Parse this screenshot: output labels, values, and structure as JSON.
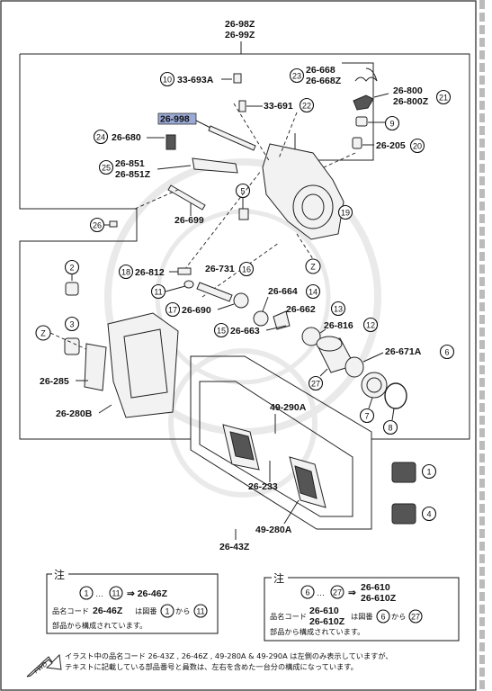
{
  "top_code": [
    "26-98Z",
    "26-99Z"
  ],
  "highlight_label": "26-998",
  "labels": {
    "p33_693A": "33-693A",
    "p33_691": "33-691",
    "p26_668": [
      "26-668",
      "26-668Z"
    ],
    "p26_800": [
      "26-800",
      "26-800Z"
    ],
    "p26_205": "26-205",
    "p26_680": "26-680",
    "p26_851": [
      "26-851",
      "26-851Z"
    ],
    "p26_699": "26-699",
    "p26_812": "26-812",
    "p26_731": "26-731",
    "p26_690": "26-690",
    "p26_664": "26-664",
    "p26_662": "26-662",
    "p26_663": "26-663",
    "p26_816": "26-816",
    "p26_671A": "26-671A",
    "p26_285": "26-285",
    "p26_280B": "26-280B",
    "p49_290A": "49-290A",
    "p26_233": "26-233",
    "p49_280A": "49-280A",
    "p26_43Z": "26-43Z"
  },
  "callouts": {
    "c1": "1",
    "c2": "2",
    "c3": "3",
    "c4": "4",
    "c5": "5",
    "c6": "6",
    "c7": "7",
    "c8": "8",
    "c9": "9",
    "c10": "10",
    "c11": "11",
    "c12": "12",
    "c13": "13",
    "c14": "14",
    "c15": "15",
    "c16": "16",
    "c17": "17",
    "c18": "18",
    "c19": "19",
    "c20": "20",
    "c21": "21",
    "c22": "22",
    "c23": "23",
    "c24": "24",
    "c25": "25",
    "c26": "26",
    "c27": "27",
    "z": "Z"
  },
  "note_left": {
    "title": "注",
    "range_from": "1",
    "range_to": "11",
    "arrow_code": "⇒ 26-46Z",
    "line2_a": "品名コード",
    "line2_code": "26-46Z",
    "line2_b": "は図番",
    "line2_c": "から",
    "line3": "部品から構成されています。"
  },
  "note_right": {
    "title": "注",
    "range_from": "6",
    "range_to": "27",
    "arrow_codes": [
      "26-610",
      "26-610Z"
    ],
    "line2_a": "品名コード",
    "line2_codes": [
      "26-610",
      "26-610Z"
    ],
    "line2_b": "は図番",
    "line2_c": "から",
    "line3": "部品から構成されています。"
  },
  "fwd_label": "FWD",
  "footer": {
    "line1": "イラスト中の品名コード 26-43Z , 26-46Z , 49-280A & 49-290A は左側のみ表示していますが、",
    "line2": "テキストに記載している部品番号と員数は、左右を含めた一台分の構成になっています。"
  }
}
